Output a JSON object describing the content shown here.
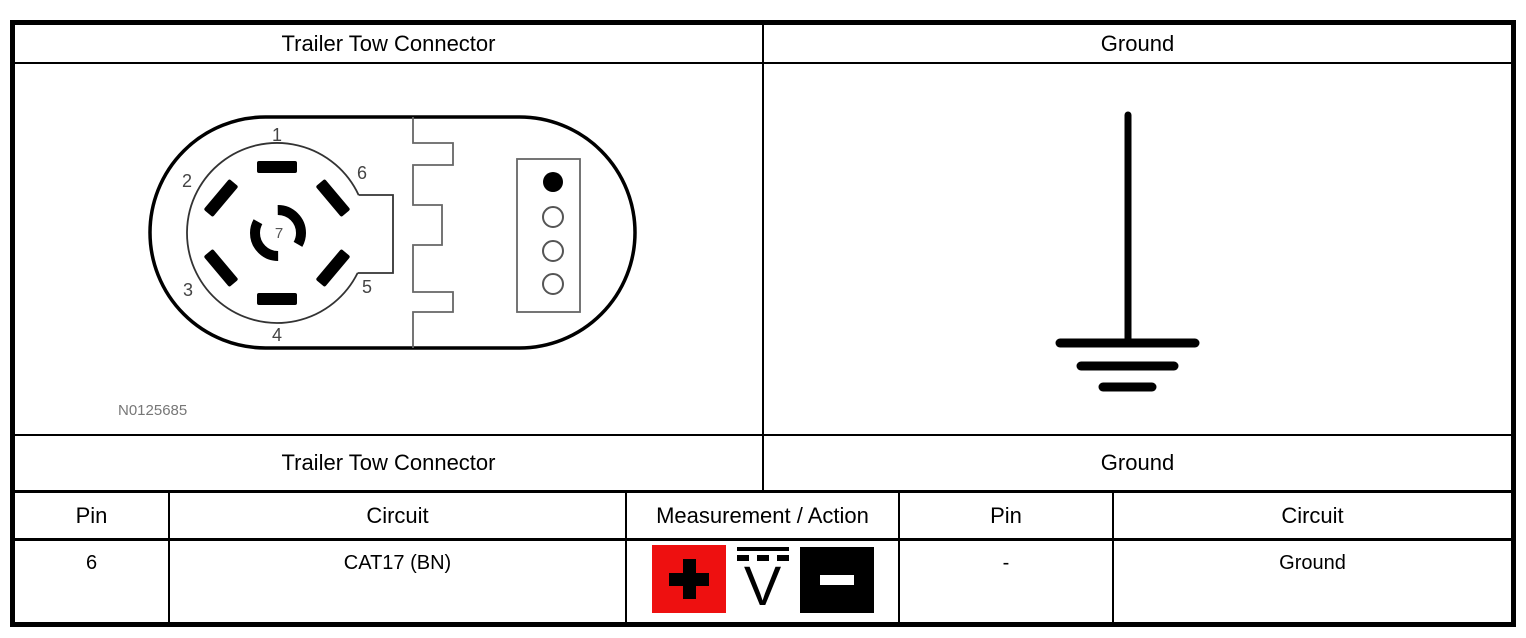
{
  "top_header": {
    "left": "Trailer Tow Connector",
    "right": "Ground"
  },
  "connector": {
    "part_number": "N0125685",
    "pin_labels": [
      "1",
      "2",
      "3",
      "4",
      "5",
      "6",
      "7"
    ]
  },
  "ground": {
    "symbol_name": "chassis-ground-symbol"
  },
  "lower_table": {
    "section_headers": {
      "left": "Trailer Tow Connector",
      "right": "Ground"
    },
    "columns": [
      "Pin",
      "Circuit",
      "Measurement / Action",
      "Pin",
      "Circuit"
    ],
    "rows": [
      {
        "pin_left": "6",
        "circuit_left": "CAT17 (BN)",
        "measurement_icons": [
          "positive-lead-red-plus-icon",
          "dc-voltmeter-icon",
          "negative-lead-black-minus-icon"
        ],
        "pin_right": "-",
        "circuit_right": "Ground"
      }
    ]
  },
  "measurement_symbols": {
    "voltmeter_letter": "V",
    "positive_glyph": "+",
    "negative_glyph": "−"
  },
  "colors": {
    "positive_red": "#ee1010",
    "lead_black": "#000000",
    "line_black": "#000000"
  }
}
